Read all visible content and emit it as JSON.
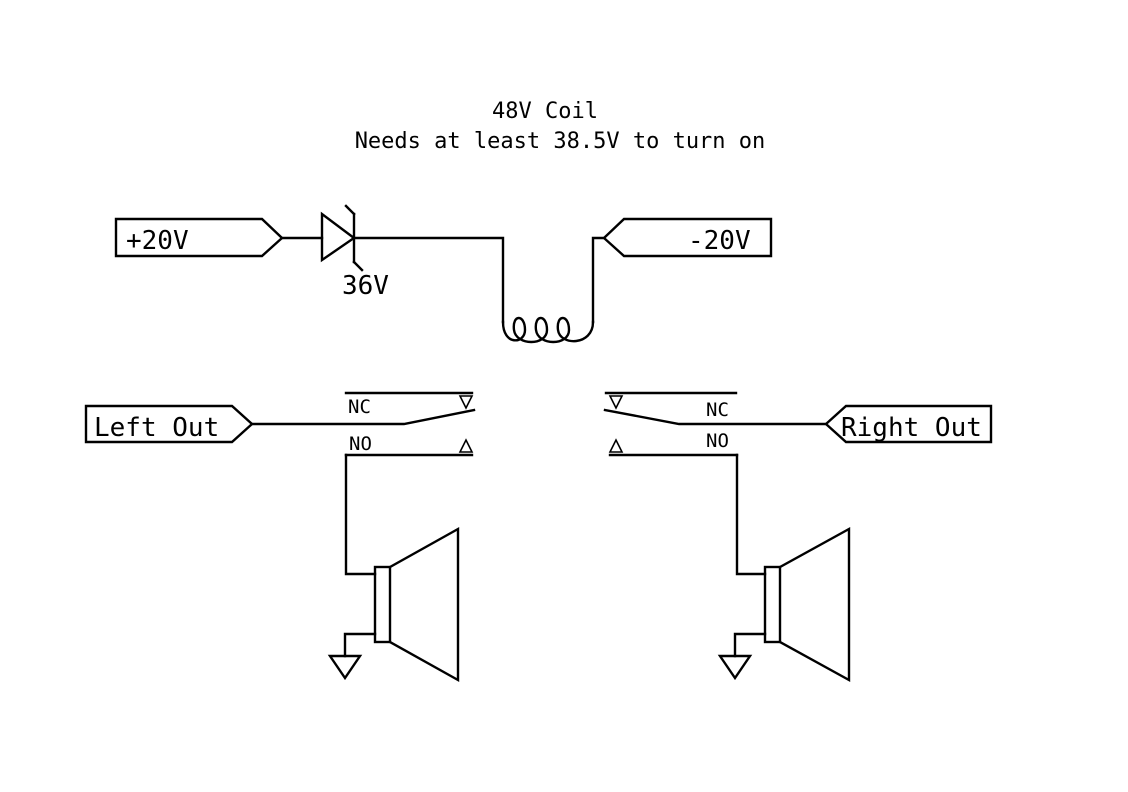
{
  "title_lines": [
    "48V Coil",
    "Needs at least 38.5V to turn on"
  ],
  "ports": {
    "pos_supply": "+20V",
    "neg_supply": "-20V",
    "left_out": "Left Out",
    "right_out": "Right Out"
  },
  "zener_label": "36V",
  "relay_contacts": {
    "left": {
      "nc": "NC",
      "no": "NO"
    },
    "right": {
      "nc": "NC",
      "no": "NO"
    }
  },
  "colors": {
    "ink": "#000000",
    "background": "#ffffff"
  }
}
